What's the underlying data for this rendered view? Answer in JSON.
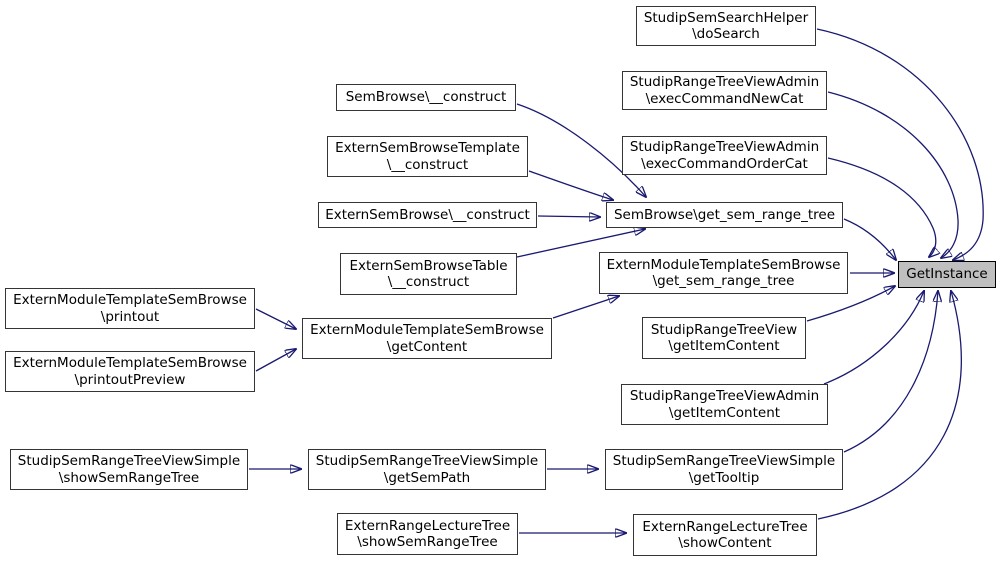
{
  "diagram": {
    "type": "call-graph",
    "focus_node": "GetInstance",
    "colors": {
      "edge": "#191970",
      "node_border": "#353535",
      "node_fill": "#ffffff",
      "focus_fill": "#bfbfbf",
      "text": "#000000",
      "background": "#ffffff"
    },
    "nodes": [
      {
        "id": "do-search",
        "line1": "StudipSemSearchHelper",
        "line2": "\\doSearch"
      },
      {
        "id": "exec-command-new-cat",
        "line1": "StudipRangeTreeViewAdmin",
        "line2": "\\execCommandNewCat"
      },
      {
        "id": "exec-command-order-cat",
        "line1": "StudipRangeTreeViewAdmin",
        "line2": "\\execCommandOrderCat"
      },
      {
        "id": "sem-browse-construct",
        "line1": "SemBrowse\\__construct"
      },
      {
        "id": "extern-sem-browse-template-construct",
        "line1": "ExternSemBrowseTemplate",
        "line2": "\\__construct"
      },
      {
        "id": "extern-sem-browse-construct",
        "line1": "ExternSemBrowse\\__construct"
      },
      {
        "id": "extern-sem-browse-table-construct",
        "line1": "ExternSemBrowseTable",
        "line2": "\\__construct"
      },
      {
        "id": "sem-browse-get-sem-range-tree",
        "line1": "SemBrowse\\get_sem_range_tree"
      },
      {
        "id": "extern-module-get-sem-range-tree",
        "line1": "ExternModuleTemplateSemBrowse",
        "line2": "\\get_sem_range_tree"
      },
      {
        "id": "range-tree-view-get-item-content",
        "line1": "StudipRangeTreeView",
        "line2": "\\getItemContent"
      },
      {
        "id": "range-tree-view-admin-get-item-content",
        "line1": "StudipRangeTreeViewAdmin",
        "line2": "\\getItemContent"
      },
      {
        "id": "simple-get-tooltip",
        "line1": "StudipSemRangeTreeViewSimple",
        "line2": "\\getTooltip"
      },
      {
        "id": "lecture-tree-show-content",
        "line1": "ExternRangeLectureTree",
        "line2": "\\showContent"
      },
      {
        "id": "printout",
        "line1": "ExternModuleTemplateSemBrowse",
        "line2": "\\printout"
      },
      {
        "id": "printout-preview",
        "line1": "ExternModuleTemplateSemBrowse",
        "line2": "\\printoutPreview"
      },
      {
        "id": "get-content",
        "line1": "ExternModuleTemplateSemBrowse",
        "line2": "\\getContent"
      },
      {
        "id": "simple-show-sem-range-tree",
        "line1": "StudipSemRangeTreeViewSimple",
        "line2": "\\showSemRangeTree"
      },
      {
        "id": "simple-get-sem-path",
        "line1": "StudipSemRangeTreeViewSimple",
        "line2": "\\getSemPath"
      },
      {
        "id": "lecture-tree-show-sem-range-tree",
        "line1": "ExternRangeLectureTree",
        "line2": "\\showSemRangeTree"
      },
      {
        "id": "get-instance",
        "line1": "GetInstance"
      }
    ],
    "edges": [
      {
        "from": "printout",
        "to": "get-content"
      },
      {
        "from": "printout-preview",
        "to": "get-content"
      },
      {
        "from": "sem-browse-construct",
        "to": "sem-browse-get-sem-range-tree"
      },
      {
        "from": "extern-sem-browse-template-construct",
        "to": "sem-browse-get-sem-range-tree"
      },
      {
        "from": "extern-sem-browse-construct",
        "to": "sem-browse-get-sem-range-tree"
      },
      {
        "from": "extern-sem-browse-table-construct",
        "to": "sem-browse-get-sem-range-tree"
      },
      {
        "from": "get-content",
        "to": "extern-module-get-sem-range-tree"
      },
      {
        "from": "sem-browse-get-sem-range-tree",
        "to": "get-instance"
      },
      {
        "from": "extern-module-get-sem-range-tree",
        "to": "get-instance"
      },
      {
        "from": "do-search",
        "to": "get-instance"
      },
      {
        "from": "exec-command-new-cat",
        "to": "get-instance"
      },
      {
        "from": "exec-command-order-cat",
        "to": "get-instance"
      },
      {
        "from": "range-tree-view-get-item-content",
        "to": "get-instance"
      },
      {
        "from": "range-tree-view-admin-get-item-content",
        "to": "get-instance"
      },
      {
        "from": "simple-get-tooltip",
        "to": "get-instance"
      },
      {
        "from": "lecture-tree-show-content",
        "to": "get-instance"
      },
      {
        "from": "simple-show-sem-range-tree",
        "to": "simple-get-sem-path"
      },
      {
        "from": "simple-get-sem-path",
        "to": "simple-get-tooltip"
      },
      {
        "from": "lecture-tree-show-sem-range-tree",
        "to": "lecture-tree-show-content"
      }
    ]
  }
}
